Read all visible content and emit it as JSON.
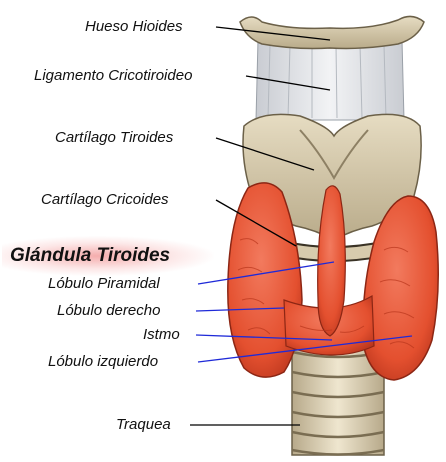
{
  "title": "Glándula Tiroides",
  "labels": {
    "hioides": "Hueso Hioides",
    "ligamento": "Ligamento Cricotiroideo",
    "tiroides": "Cartílago Tiroides",
    "cricoides": "Cartílago Cricoides",
    "piramidal": "Lóbulo Piramidal",
    "derecho": "Lóbulo derecho",
    "istmo": "Istmo",
    "izquierdo": "Lóbulo izquierdo",
    "traquea": "Traquea"
  },
  "colors": {
    "gland": "#e8543a",
    "gland_dark": "#b8321f",
    "cartilage": "#d9cdb0",
    "cartilage_shadow": "#a79a7c",
    "ligament": "#e9ebee",
    "leader_black": "#000000",
    "leader_blue": "#1f2ad8"
  }
}
